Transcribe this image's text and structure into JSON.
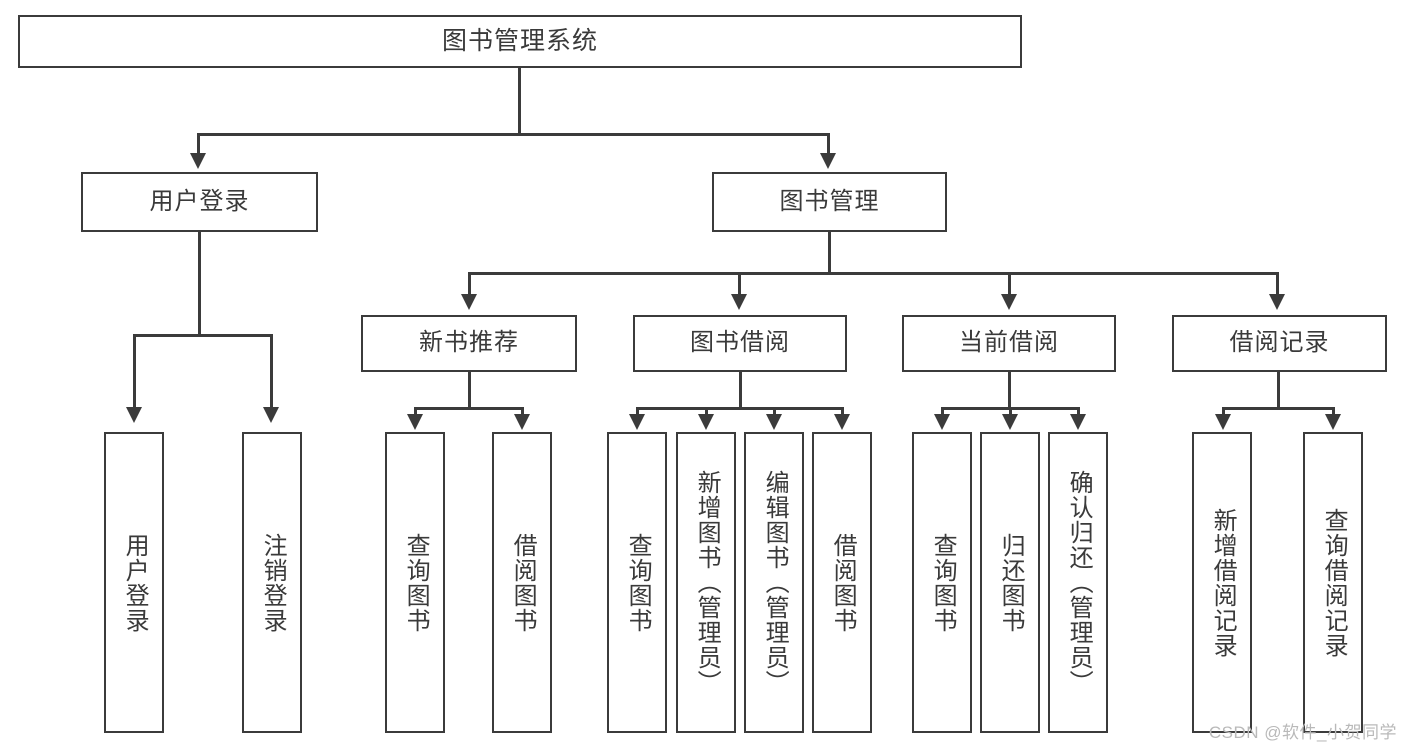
{
  "diagram": {
    "type": "tree-hierarchy",
    "title": "图书管理系统",
    "watermark": "CSDN @软件_小贺同学",
    "colors": {
      "stroke": "#3b3b3b",
      "text": "#3a3a3a",
      "background": "#ffffff",
      "watermark": "#b9b9b9"
    },
    "levels": {
      "root": "图书管理系统",
      "level2": [
        "用户登录",
        "图书管理"
      ],
      "level3": [
        "新书推荐",
        "图书借阅",
        "当前借阅",
        "借阅记录"
      ]
    },
    "nodes": {
      "root": {
        "label": "图书管理系统"
      },
      "user_login": {
        "label": "用户登录"
      },
      "book_manage": {
        "label": "图书管理"
      },
      "new_book_rec": {
        "label": "新书推荐"
      },
      "book_borrow": {
        "label": "图书借阅"
      },
      "current_borrow": {
        "label": "当前借阅"
      },
      "borrow_record": {
        "label": "借阅记录"
      }
    },
    "leaves": {
      "user_login": [
        {
          "label": "用户登录"
        },
        {
          "label": "注销登录"
        }
      ],
      "new_book_rec": [
        {
          "label": "查询图书"
        },
        {
          "label": "借阅图书"
        }
      ],
      "book_borrow": [
        {
          "label": "查询图书"
        },
        {
          "label": "新增图书（管理员）"
        },
        {
          "label": "编辑图书（管理员）"
        },
        {
          "label": "借阅图书"
        }
      ],
      "current_borrow": [
        {
          "label": "查询图书"
        },
        {
          "label": "归还图书"
        },
        {
          "label": "确认归还（管理员）"
        }
      ],
      "borrow_record": [
        {
          "label": "新增借阅记录"
        },
        {
          "label": "查询借阅记录"
        }
      ]
    }
  }
}
